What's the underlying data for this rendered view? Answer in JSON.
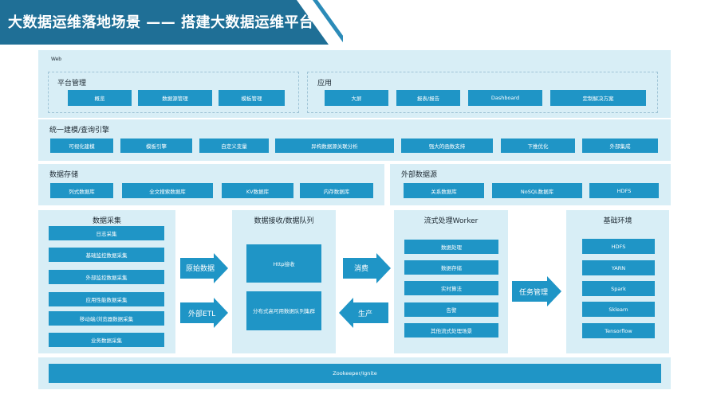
{
  "title": "大数据运维落地场景 —— 搭建大数据运维平台",
  "web": {
    "label": "Web",
    "platform": {
      "label": "平台管理",
      "items": [
        "概览",
        "数据源管理",
        "模板管理"
      ]
    },
    "apps": {
      "label": "应用",
      "items": [
        "大屏",
        "报表/报告",
        "Dashboard",
        "定制解决方案"
      ]
    }
  },
  "query": {
    "label": "统一建模/查询引擎",
    "items": [
      "可视化建模",
      "模板引擎",
      "自定义变量",
      "异构数据源关联分析",
      "强大的函数支持",
      "下推优化",
      "外部集成"
    ]
  },
  "storage": {
    "label": "数据存储",
    "items": [
      "列式数据库",
      "全文搜索数据库",
      "KV数据库",
      "内存数据库"
    ]
  },
  "external": {
    "label": "外部数据源",
    "items": [
      "关系数据库",
      "NoSQL数据库",
      "HDFS"
    ]
  },
  "collect": {
    "label": "数据采集",
    "items": [
      "日志采集",
      "基础监控数据采集",
      "外部监控数据采集",
      "应用性能数据采集",
      "移动端/浏览器数据采集",
      "业务数据采集"
    ]
  },
  "receive": {
    "label": "数据接收/数据队列",
    "items": [
      "Http接收",
      "分布式高可用数据队列集群"
    ]
  },
  "stream": {
    "label": "流式处理Worker",
    "items": [
      "数据处理",
      "数据存储",
      "实时算法",
      "告警",
      "其他流式处理场景"
    ]
  },
  "env": {
    "label": "基础环境",
    "items": [
      "HDFS",
      "YARN",
      "Spark",
      "Sklearn",
      "Tensorflow"
    ]
  },
  "arrows": {
    "raw": "原始数据",
    "etl": "外部ETL",
    "consume": "消费",
    "produce": "生产",
    "task": "任务管理"
  },
  "bottom": "Zookeeper/Ignite",
  "colors": {
    "banner": "#1f6f96",
    "panel": "#d8eef6",
    "button": "#1f95c6",
    "arrow": "#1f95c6"
  }
}
